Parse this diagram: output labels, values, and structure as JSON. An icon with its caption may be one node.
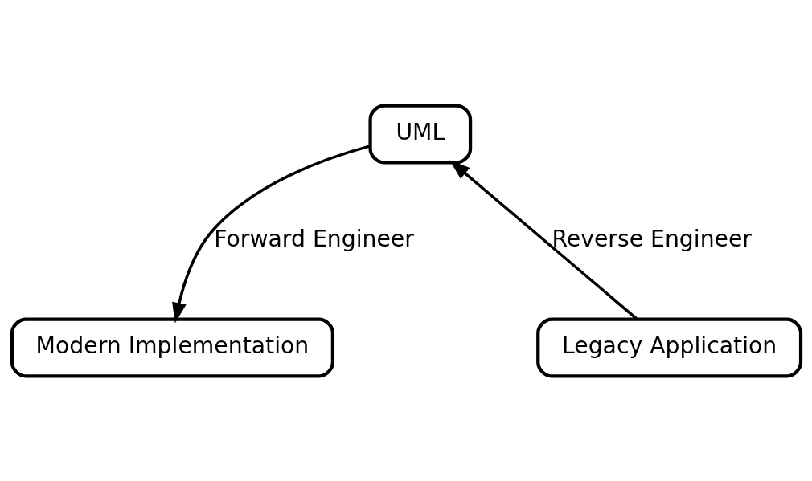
{
  "diagram": {
    "nodes": [
      {
        "text": [
          "UML"
        ]
      },
      {
        "text": [
          "Legacy Application"
        ]
      },
      {
        "text": [
          "Modern Implementation"
        ]
      }
    ],
    "edges": [
      {
        "from": 1,
        "to": 0,
        "arrow": "to",
        "label": "Reverse Engineer"
      },
      {
        "from": 0,
        "to": 2,
        "arrow": "to",
        "label": "Forward Engineer"
      }
    ]
  }
}
